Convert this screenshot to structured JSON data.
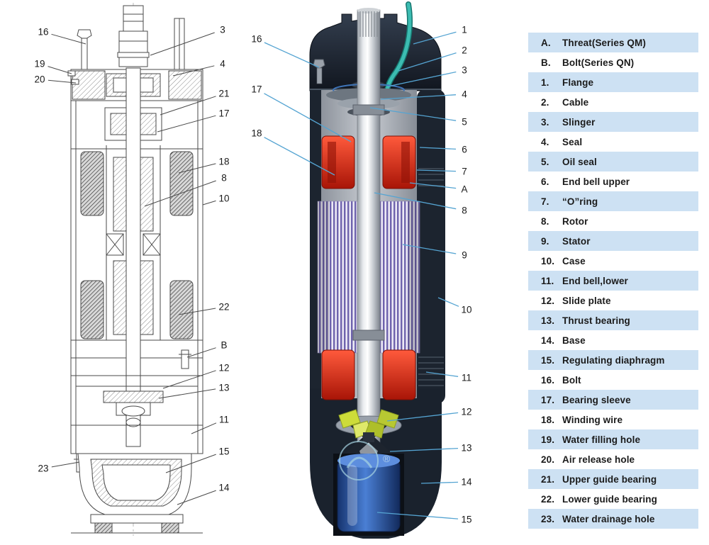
{
  "colors": {
    "background": "#ffffff",
    "legend_stripe": "#cde1f3",
    "legend_text": "#1b1b1b",
    "callout_text": "#1a1a1a",
    "leader_line_left": "#4a4a4a",
    "leader_line_middle": "#55a4d2",
    "casing_navy": "#1c242f",
    "winding_red": "#d92b18",
    "cable_teal": "#38b2a8",
    "stator_purple": "#6e63ad",
    "base_blue": "#2a55a4"
  },
  "legend": {
    "rows": [
      {
        "id": "A.",
        "label": "Threat(Series QM)"
      },
      {
        "id": "B.",
        "label": "Bolt(Series QN)"
      },
      {
        "id": "1.",
        "label": "Flange"
      },
      {
        "id": "2.",
        "label": "Cable"
      },
      {
        "id": "3.",
        "label": "Slinger"
      },
      {
        "id": "4.",
        "label": "Seal"
      },
      {
        "id": "5.",
        "label": "Oil seal"
      },
      {
        "id": "6.",
        "label": "End bell upper"
      },
      {
        "id": "7.",
        "label": "“O”ring"
      },
      {
        "id": "8.",
        "label": "Rotor"
      },
      {
        "id": "9.",
        "label": "Stator"
      },
      {
        "id": "10.",
        "label": "Case"
      },
      {
        "id": "11.",
        "label": "End bell,lower"
      },
      {
        "id": "12.",
        "label": "Slide plate"
      },
      {
        "id": "13.",
        "label": "Thrust bearing"
      },
      {
        "id": "14.",
        "label": "Base"
      },
      {
        "id": "15.",
        "label": "Regulating diaphragm"
      },
      {
        "id": "16.",
        "label": "Bolt"
      },
      {
        "id": "17.",
        "label": "Bearing sleeve"
      },
      {
        "id": "18.",
        "label": "Winding wire"
      },
      {
        "id": "19.",
        "label": "Water filling hole"
      },
      {
        "id": "20.",
        "label": "Air release hole"
      },
      {
        "id": "21.",
        "label": "Upper guide bearing"
      },
      {
        "id": "22.",
        "label": "Lower guide bearing"
      },
      {
        "id": "23.",
        "label": "Water drainage hole"
      }
    ]
  },
  "left_diagram": {
    "callouts": [
      "16",
      "19",
      "20",
      "3",
      "4",
      "21",
      "17",
      "18",
      "8",
      "10",
      "22",
      "B",
      "12",
      "13",
      "11",
      "15",
      "23",
      "14"
    ]
  },
  "middle_diagram": {
    "callouts": [
      "16",
      "17",
      "18",
      "1",
      "2",
      "3",
      "4",
      "5",
      "6",
      "7",
      "A",
      "8",
      "9",
      "10",
      "11",
      "12",
      "13",
      "14",
      "15"
    ],
    "watermark_symbol": "®"
  }
}
